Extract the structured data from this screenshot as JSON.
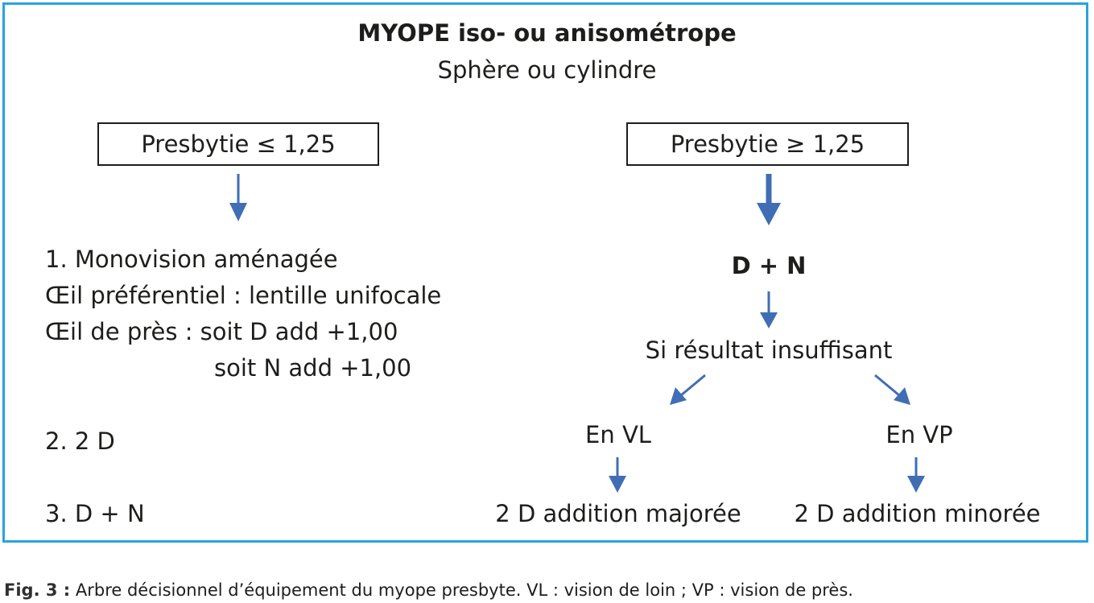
{
  "diagram": {
    "title": "MYOPE iso- ou anisométrope",
    "subtitle": "Sphère ou cylindre",
    "left": {
      "box": "Presbytie ≤ 1,25",
      "lines": [
        "1. Monovision aménagée",
        "Œil préférentiel : lentille unifocale",
        "Œil de près : soit D add +1,00",
        "soit N add +1,00",
        "2. 2 D",
        "3. D + N"
      ]
    },
    "right": {
      "box": "Presbytie ≥ 1,25",
      "dn": "D + N",
      "insufficient": "Si résultat insuffisant",
      "vl": "En VL",
      "vp": "En VP",
      "vl_result": "2 D addition majorée",
      "vp_result": "2 D addition minorée"
    },
    "colors": {
      "frame": "#27a4dd",
      "arrow": "#3f6eb5",
      "text": "#1d1d1b"
    }
  },
  "caption": {
    "label": "Fig. 3 :",
    "text": "Arbre décisionnel d’équipement du myope presbyte. VL : vision de loin ; VP : vision de près."
  }
}
